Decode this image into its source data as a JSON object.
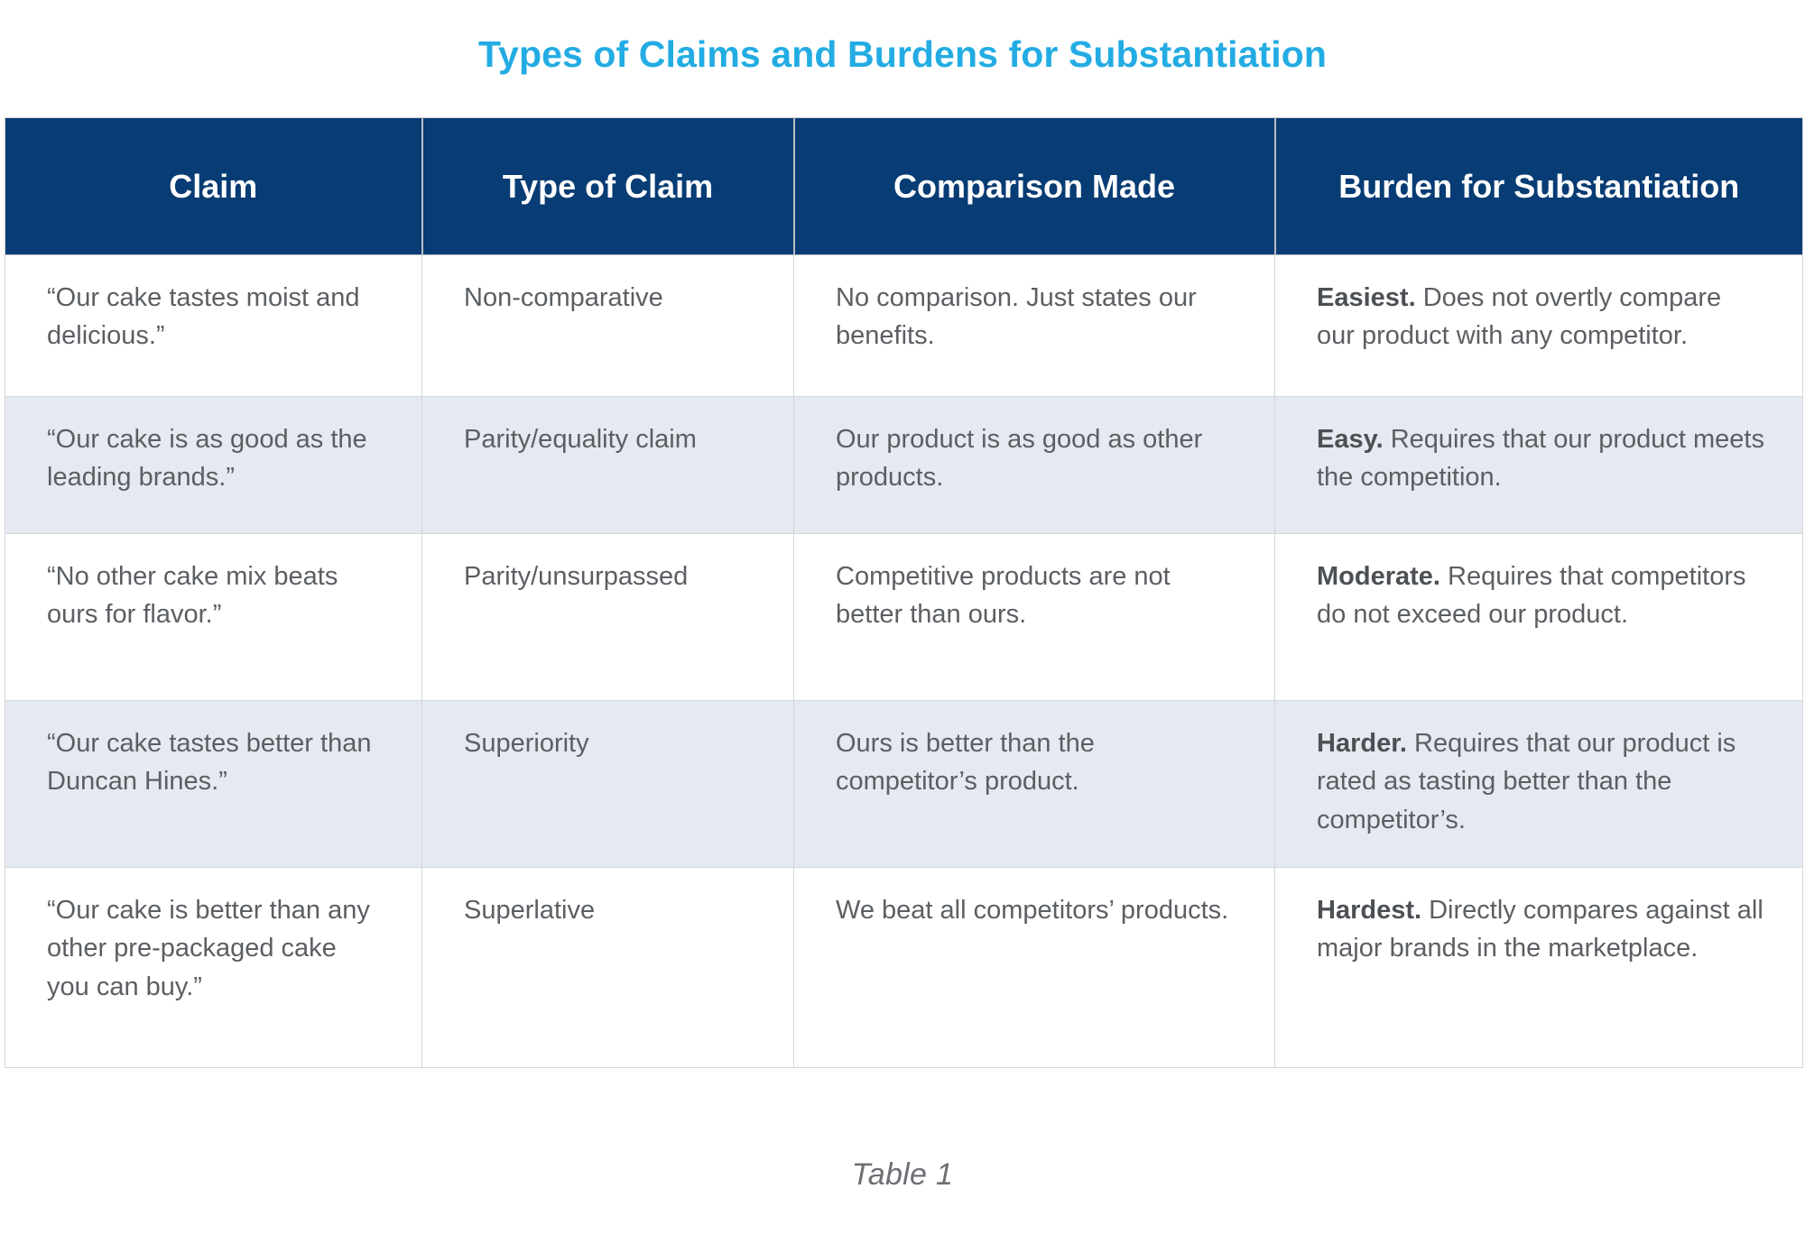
{
  "title": "Types of Claims and Burdens for Substantiation",
  "caption": "Table 1",
  "colors": {
    "title": "#23ACE3",
    "header_bg": "#073C74",
    "header_text": "#FFFFFF",
    "row_stripe": "#E5E9F0",
    "row_plain": "#FFFFFF",
    "body_text": "#5B5F63",
    "border": "#D3D6DA",
    "caption_text": "#6C7075"
  },
  "table": {
    "columns": [
      "Claim",
      "Type of Claim",
      "Comparison Made",
      "Burden for Substantiation"
    ],
    "rows": [
      {
        "claim": "“Our cake tastes moist and delicious.”",
        "type_of_claim": "Non-comparative",
        "comparison_made": "No comparison. Just states our benefits.",
        "burden_lead": "Easiest.",
        "burden_rest": "Does not overtly compare our product with any competitor."
      },
      {
        "claim": "“Our cake is as good as the leading brands.”",
        "type_of_claim": "Parity/equality claim",
        "comparison_made": "Our product is as good as other products.",
        "burden_lead": "Easy.",
        "burden_rest": "Requires that our product meets the competition."
      },
      {
        "claim": "“No other cake mix beats ours for flavor.”",
        "type_of_claim": "Parity/unsurpassed",
        "comparison_made": "Competitive products are not better than ours.",
        "burden_lead": "Moderate.",
        "burden_rest": "Requires that competitors do not exceed our product."
      },
      {
        "claim": "“Our cake tastes better than Duncan Hines.”",
        "type_of_claim": "Superiority",
        "comparison_made": "Ours is better than the competitor’s product.",
        "burden_lead": "Harder.",
        "burden_rest": "Requires that our product is rated as tasting better than the competitor’s."
      },
      {
        "claim": "“Our cake is better than any other pre-packaged cake you can buy.”",
        "type_of_claim": "Superlative",
        "comparison_made": "We beat all competitors’ products.",
        "burden_lead": "Hardest.",
        "burden_rest": "Directly compares against all major brands in the marketplace."
      }
    ]
  }
}
